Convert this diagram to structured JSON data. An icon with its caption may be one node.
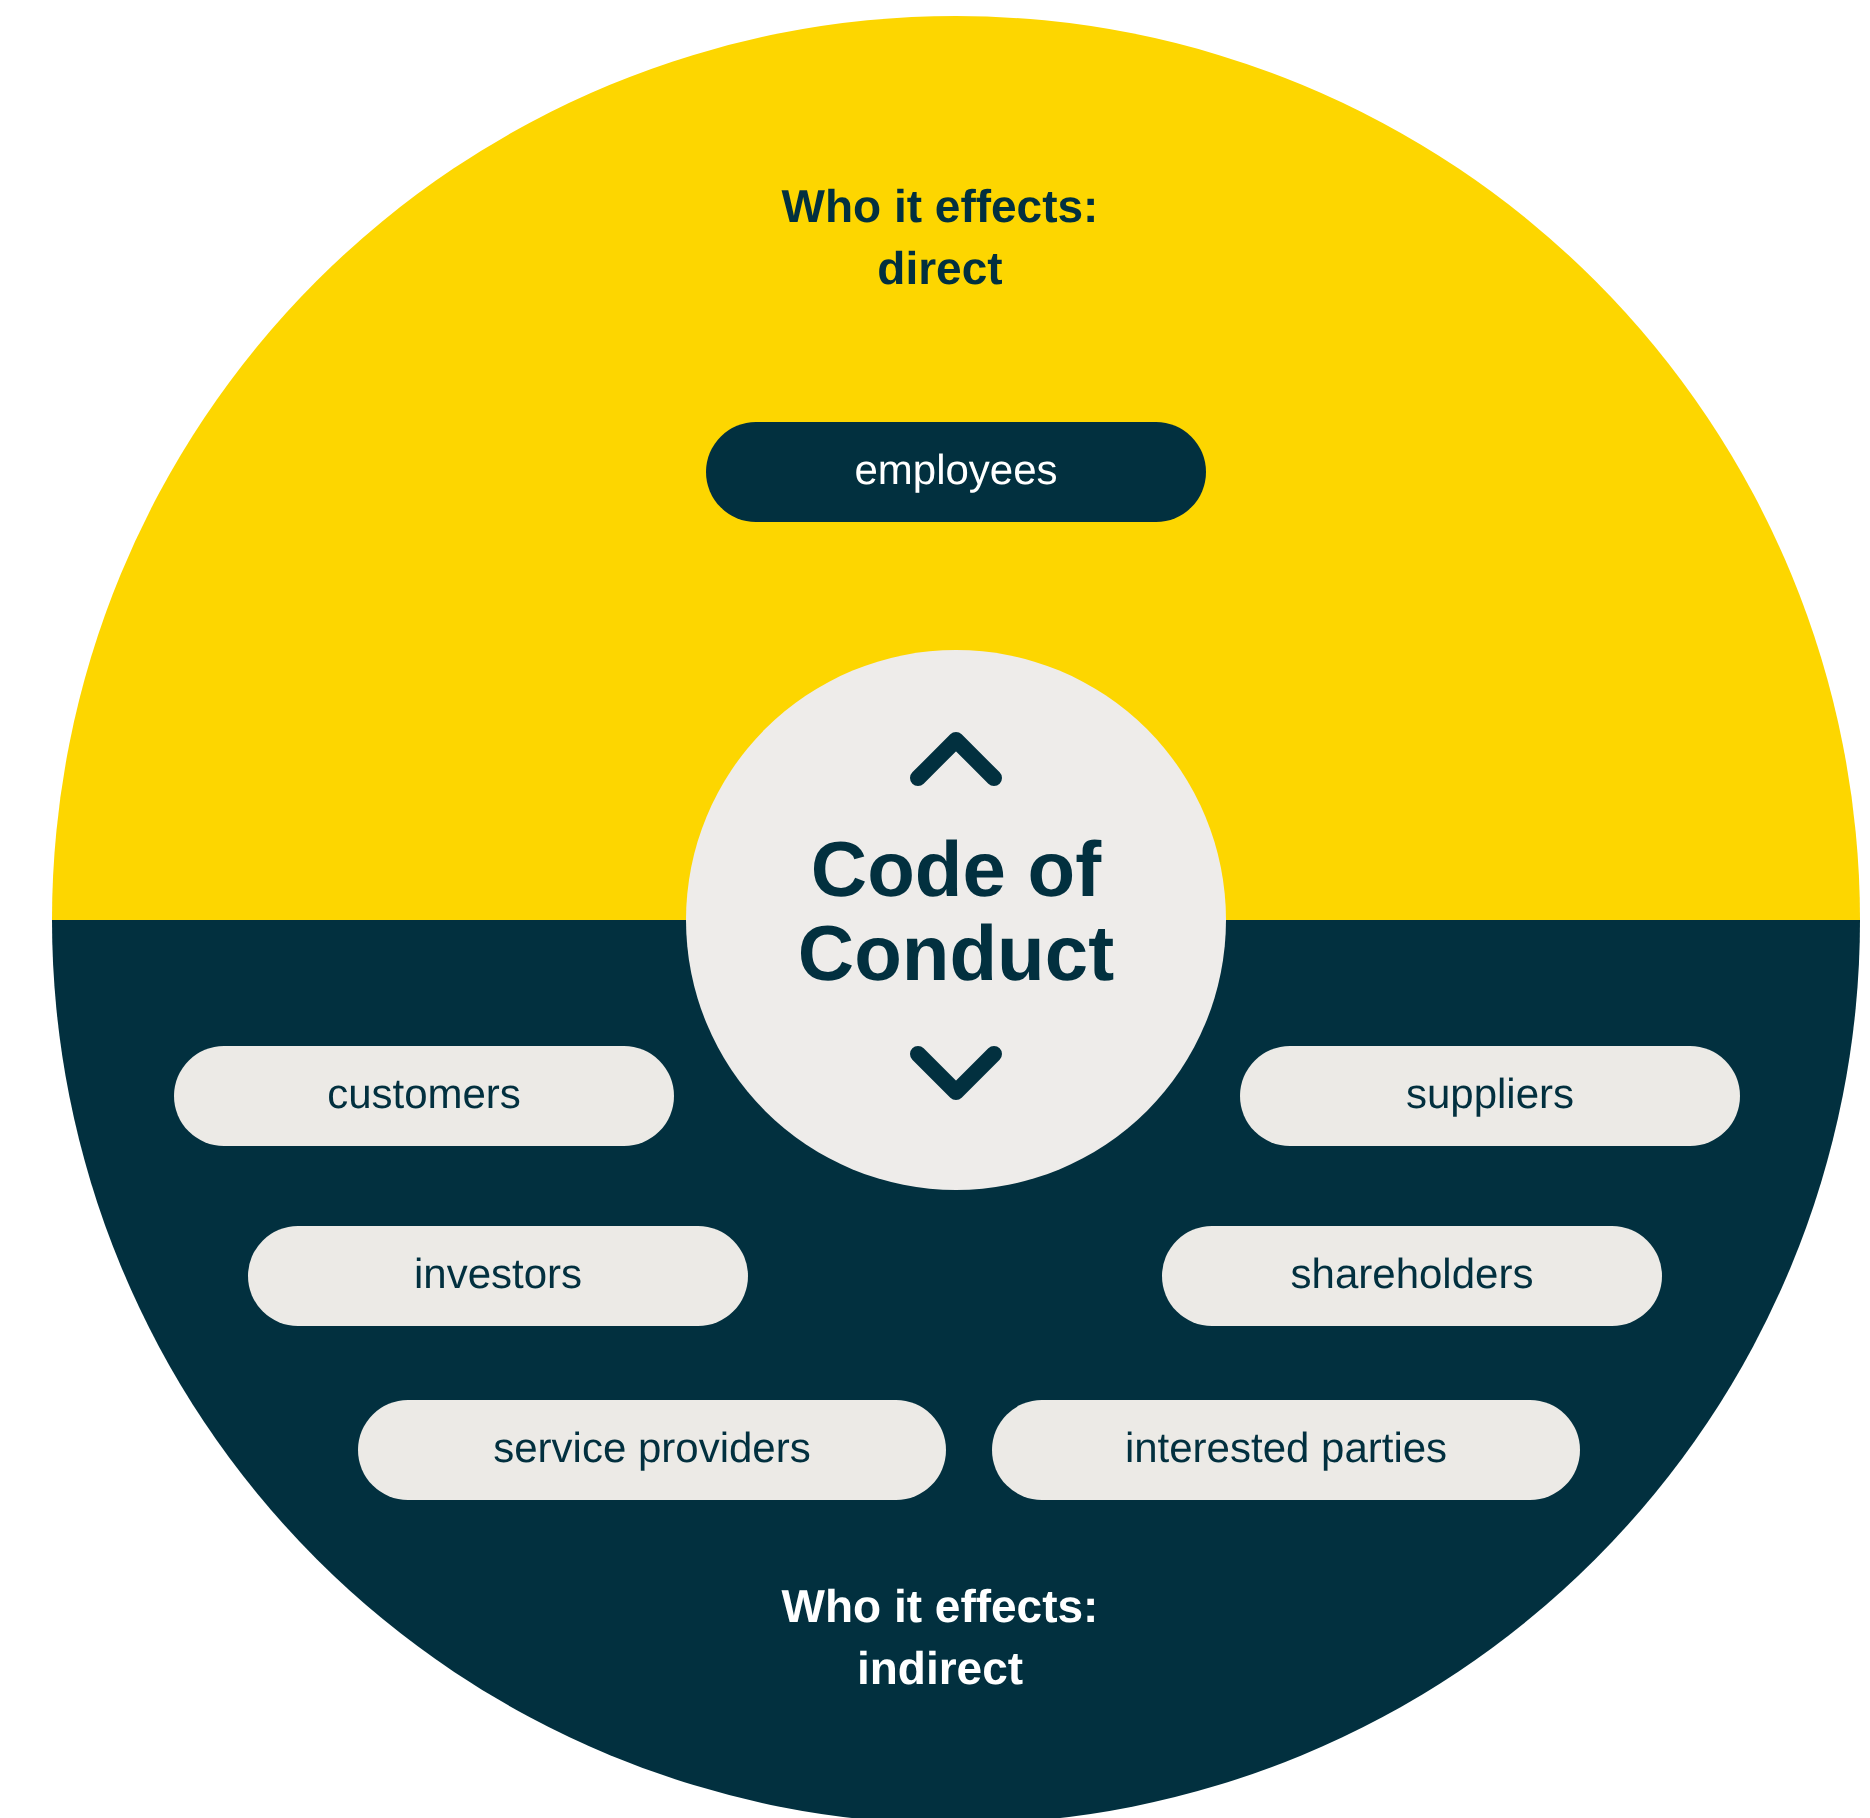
{
  "diagram": {
    "nodes": [
      {
        "text": [
          "Who it effects: direct"
        ]
      },
      {
        "text": [
          "employees"
        ],
        "in": 0
      },
      {
        "text": [
          "Code of Conduct"
        ]
      },
      {
        "text": [
          "Who it effects: indirect"
        ]
      },
      {
        "text": [
          "customers"
        ],
        "in": 3
      },
      {
        "text": [
          "suppliers"
        ],
        "in": 3
      },
      {
        "text": [
          "investors"
        ],
        "in": 3
      },
      {
        "text": [
          "shareholders"
        ],
        "in": 3
      },
      {
        "text": [
          "service providers"
        ],
        "in": 3
      },
      {
        "text": [
          "interested parties"
        ],
        "in": 3
      }
    ],
    "edges": []
  }
}
